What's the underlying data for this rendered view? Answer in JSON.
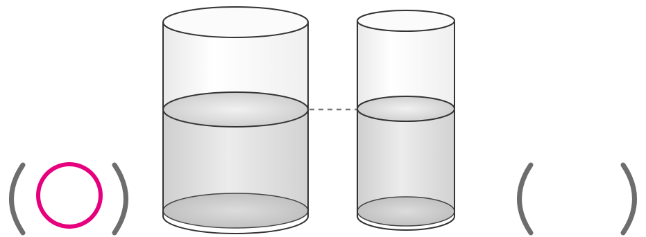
{
  "answer_left": {
    "mark": "circle",
    "mark_color": "#e6007e"
  },
  "answer_right": {
    "mark": ""
  },
  "containers": [
    {
      "name": "wide-cylinder"
    },
    {
      "name": "narrow-cylinder"
    }
  ],
  "colors": {
    "bracket": "#6d6d6d",
    "outline": "#333333",
    "water": "#d4d4d4",
    "dashed_line": "#777777"
  }
}
